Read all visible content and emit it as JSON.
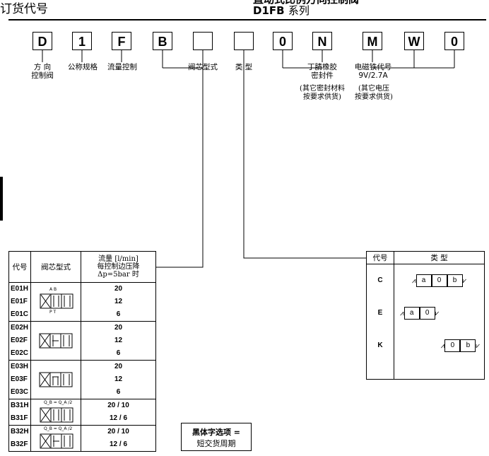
{
  "header": {
    "partial_left": "订货代号",
    "order_code_title": "订货代号",
    "partial_right": "直动式比例方向控制阀",
    "series_bold": "D1FB",
    "series_suffix": "系列"
  },
  "code_boxes": [
    "D",
    "1",
    "F",
    "B",
    "",
    "",
    "0",
    "N",
    "M",
    "W",
    "0"
  ],
  "code_labels": {
    "direction": "方 向\n控制阀",
    "nominal_size": "公称规格",
    "flow_control": "流量控制",
    "spool_type": "阀芯型式",
    "type": "类 型",
    "seal_name": "丁腈橡胶",
    "seal_name2": "密封件",
    "seal_note": "(其它密封材料",
    "seal_note2": "按要求供货)",
    "solenoid": "电磁铁代号",
    "solenoid_spec": "9V/2.7A",
    "solenoid_note": "(其它电压",
    "solenoid_note2": "按要求供货)"
  },
  "spool_table": {
    "headers": {
      "code": "代号",
      "spool": "阀芯型式",
      "flow_l1": "流量 [l/min]",
      "flow_l2": "每控制边压降",
      "flow_l3": "Δp=5bar 时"
    },
    "groups": [
      {
        "codes": [
          "E01H",
          "E01F",
          "E01C"
        ],
        "flows": [
          "20",
          "12",
          "6"
        ],
        "ports_top": "A B",
        "ports_bottom": "P T"
      },
      {
        "codes": [
          "E02H",
          "E02F",
          "E02C"
        ],
        "flows": [
          "20",
          "12",
          "6"
        ]
      },
      {
        "codes": [
          "E03H",
          "E03F",
          "E03C"
        ],
        "flows": [
          "20",
          "12",
          "6"
        ]
      },
      {
        "codes": [
          "B31H",
          "B31F"
        ],
        "flows": [
          "20 / 10",
          "12 / 6"
        ],
        "ratio": "Q_B = Q_A /2"
      },
      {
        "codes": [
          "B32H",
          "B32F"
        ],
        "flows": [
          "20 / 10",
          "12 / 6"
        ],
        "ratio": "Q_B = Q_A /2"
      }
    ]
  },
  "type_table": {
    "headers": {
      "code": "代号",
      "type": "类 型"
    },
    "rows": [
      {
        "code": "C",
        "cells": [
          "a",
          "0",
          "b"
        ]
      },
      {
        "code": "E",
        "cells": [
          "a",
          "0"
        ]
      },
      {
        "code": "K",
        "cells": [
          "0",
          "b"
        ]
      }
    ]
  },
  "note_box": {
    "line1": "黑体字选项 =",
    "line2": "短交货周期"
  }
}
